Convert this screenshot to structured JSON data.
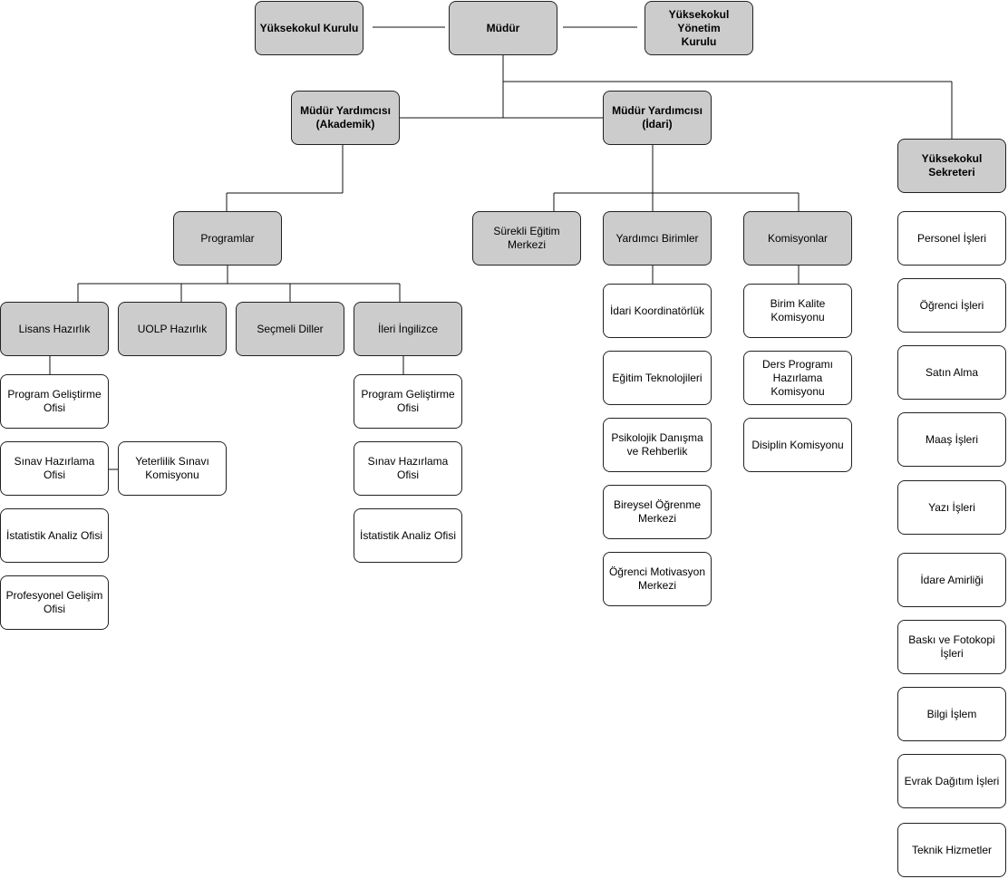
{
  "diagram": {
    "type": "org-chart",
    "colors": {
      "line": "#111111",
      "box_border": "#222222",
      "gray_box": "#cccccc",
      "white_box": "#ffffff"
    },
    "nodes": {
      "kurul": "Yüksekokul Kurulu",
      "mudur": "Müdür",
      "yonetim": "Yüksekokul Yönetim\nKurulu",
      "myard_akademik": "Müdür Yardımcısı\n(Akademik)",
      "myard_idari": "Müdür Yardımcısı\n(İdari)",
      "sekreter": "Yüksekokul\nSekreteri",
      "programlar": "Programlar",
      "surekli": "Sürekli Eğitim\nMerkezi",
      "yardimci": "Yardımcı Birimler",
      "komisyonlar": "Komisyonlar",
      "lisans": "Lisans Hazırlık",
      "uolp": "UOLP Hazırlık",
      "secmeli": "Seçmeli Diller",
      "ileri": "İleri İngilizce",
      "lh_pgo": "Program Geliştirme\nOfisi",
      "lh_sho": "Sınav Hazırlama Ofisi",
      "lh_yet": "Yeterlilik Sınavı\nKomisyonu",
      "lh_iao": "İstatistik Analiz Ofisi",
      "lh_pgel": "Profesyonel Gelişim\nOfisi",
      "ii_pgo": "Program Geliştirme\nOfisi",
      "ii_sho": "Sınav Hazırlama Ofisi",
      "ii_iao": "İstatistik Analiz Ofisi",
      "yb_idari": "İdari Koordinatörlük",
      "yb_egitim": "Eğitim Teknolojileri",
      "yb_psiko": "Psikolojik Danışma\nve Rehberlik",
      "yb_bireysel": "Bireysel Öğrenme\nMerkezi",
      "yb_motiv": "Öğrenci Motivasyon\nMerkezi",
      "ko_kalite": "Birim Kalite\nKomisyonu",
      "ko_ders": "Ders Programı\nHazırlama Komisyonu",
      "ko_disiplin": "Disiplin Komisyonu",
      "sk_personel": "Personel İşleri",
      "sk_ogrenci": "Öğrenci İşleri",
      "sk_satin": "Satın Alma",
      "sk_maas": "Maaş İşleri",
      "sk_yazi": "Yazı İşleri",
      "sk_idare": "İdare Amirliği",
      "sk_baski": "Baskı ve Fotokopi\nİşleri",
      "sk_bilgi": "Bilgi İşlem",
      "sk_evrak": "Evrak Dağıtım İşleri",
      "sk_teknik": "Teknik Hizmetler"
    }
  }
}
